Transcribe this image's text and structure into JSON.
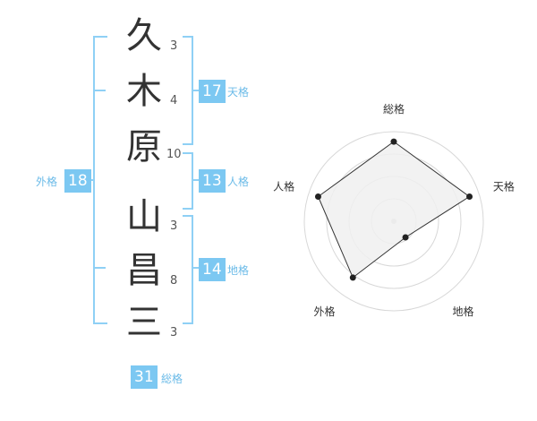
{
  "name": {
    "characters": [
      {
        "char": "久",
        "strokes": "3"
      },
      {
        "char": "木",
        "strokes": "4"
      },
      {
        "char": "原",
        "strokes": "10"
      },
      {
        "char": "山",
        "strokes": "3"
      },
      {
        "char": "昌",
        "strokes": "8"
      },
      {
        "char": "三",
        "strokes": "3"
      }
    ]
  },
  "fortunes": {
    "tenkaku": {
      "label": "天格",
      "value": "17"
    },
    "jinkaku": {
      "label": "人格",
      "value": "13"
    },
    "chikaku": {
      "label": "地格",
      "value": "14"
    },
    "gaikaku": {
      "label": "外格",
      "value": "18"
    },
    "soukaku": {
      "label": "総格",
      "value": "31"
    }
  },
  "chart_data": {
    "type": "radar",
    "axes": [
      "総格",
      "天格",
      "地格",
      "外格",
      "人格"
    ],
    "values": [
      4,
      4,
      1,
      3.5,
      4
    ],
    "rlim": [
      0,
      4.5
    ],
    "rings": 4,
    "grid": true,
    "colors": {
      "fill": "#f0f0f0",
      "line": "#333333",
      "ring": "#d8d8d8",
      "point": "#222222"
    }
  }
}
